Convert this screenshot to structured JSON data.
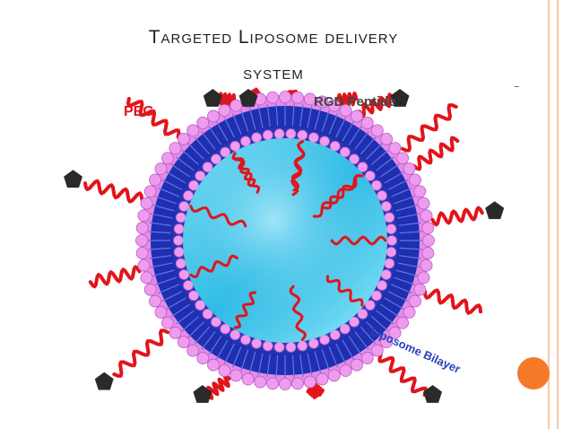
{
  "slide": {
    "title_line1": "Targeted Liposome delivery",
    "title_line2": "system"
  },
  "diagram": {
    "labels": {
      "peg": "PEG",
      "rgd": "RGD Peptide",
      "bilayer": "Liposome Bilayer"
    }
  },
  "colors": {
    "accent_orange": "#f47a2a",
    "border_orange": "#f8c8a8",
    "peg_red": "#e2141b",
    "head_pink": "#e58ae6",
    "bilayer_blue": "#1f2fb0",
    "core_cyan": "#38c6e8",
    "rgd_black": "#2a2a2a"
  }
}
